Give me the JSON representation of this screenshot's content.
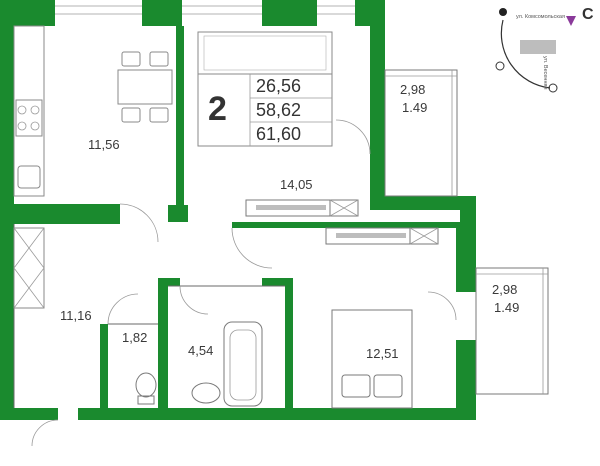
{
  "summary": {
    "rooms": "2",
    "areas": [
      "26,56",
      "58,62",
      "61,60"
    ]
  },
  "rooms": {
    "kitchen": "11,56",
    "living": "14,05",
    "balcony_top": {
      "area": "2,98",
      "reduced": "1.49"
    },
    "balcony_bottom": {
      "area": "2,98",
      "reduced": "1.49"
    },
    "hall": "11,16",
    "wc": "1,82",
    "bath": "4,54",
    "bedroom": "12,51"
  },
  "compass": {
    "north_label": "С",
    "street_1": "ул. Комсомольская",
    "street_2": "ул. Весенняя"
  },
  "colors": {
    "wall": "#1a8a2e",
    "compass_arrow": "#8a3a9a"
  }
}
